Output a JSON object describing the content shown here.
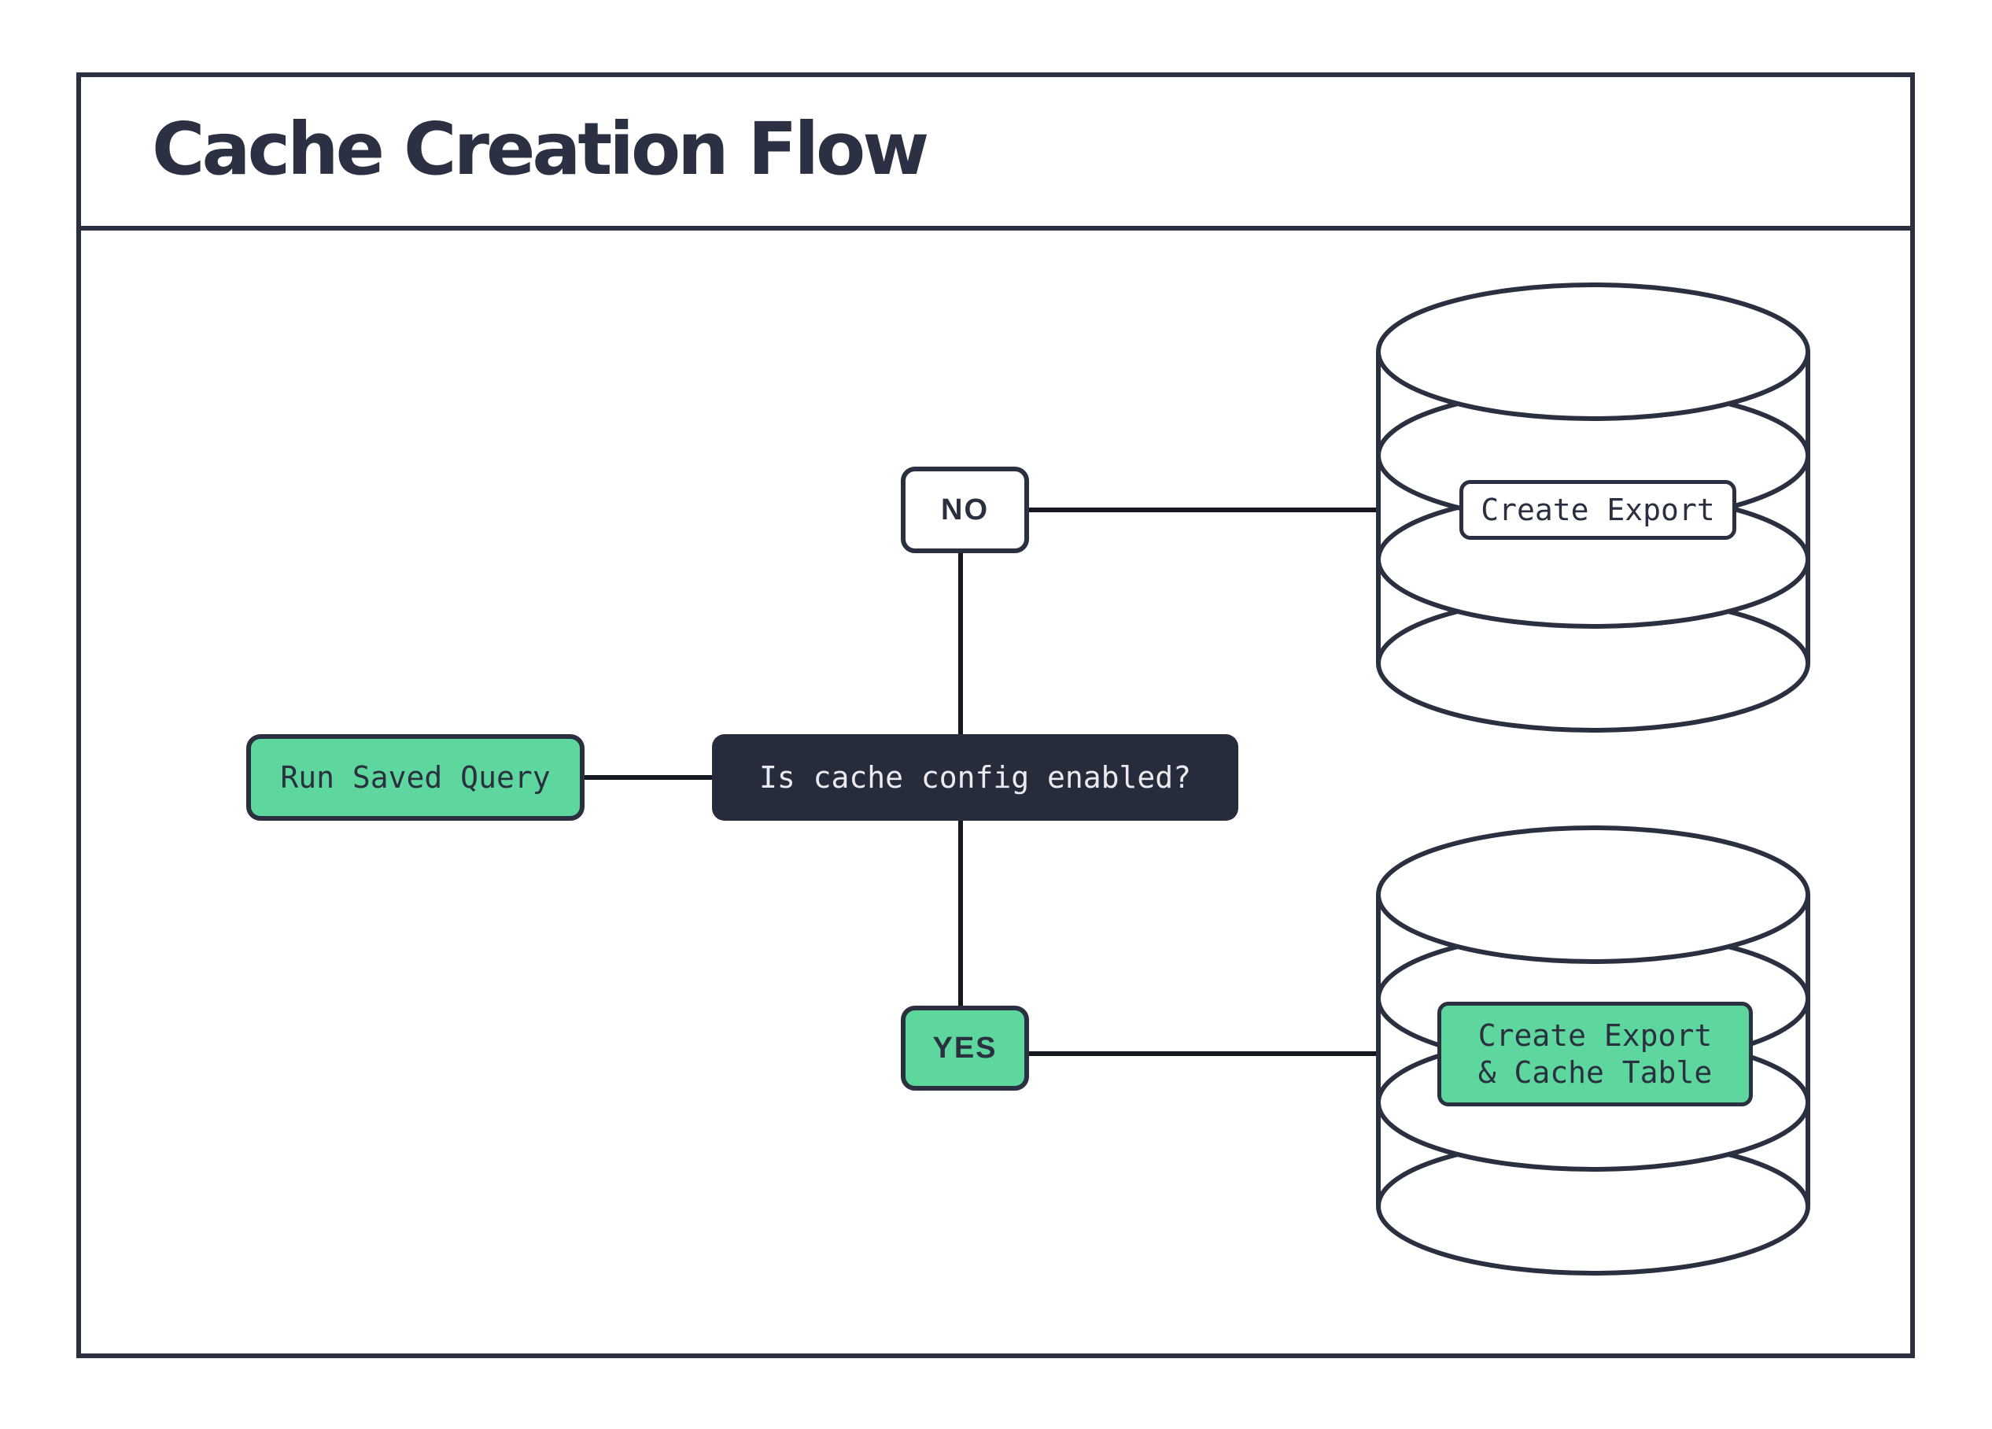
{
  "title": "Cache Creation Flow",
  "nodes": {
    "start": {
      "label": "Run Saved Query"
    },
    "decision": {
      "label": "Is cache config enabled?"
    },
    "branch_no": {
      "label": "NO"
    },
    "branch_yes": {
      "label": "YES"
    },
    "no_outcome": {
      "label": "Create Export"
    },
    "yes_outcome": {
      "line1": "Create Export",
      "line2": "& Cache Table"
    }
  },
  "colors": {
    "accent_green": "#5dd79d",
    "navy": "#2a3040",
    "dark_node_fill": "#262c3c",
    "light_text": "#e9ebee",
    "connector_line": "#15181f"
  }
}
